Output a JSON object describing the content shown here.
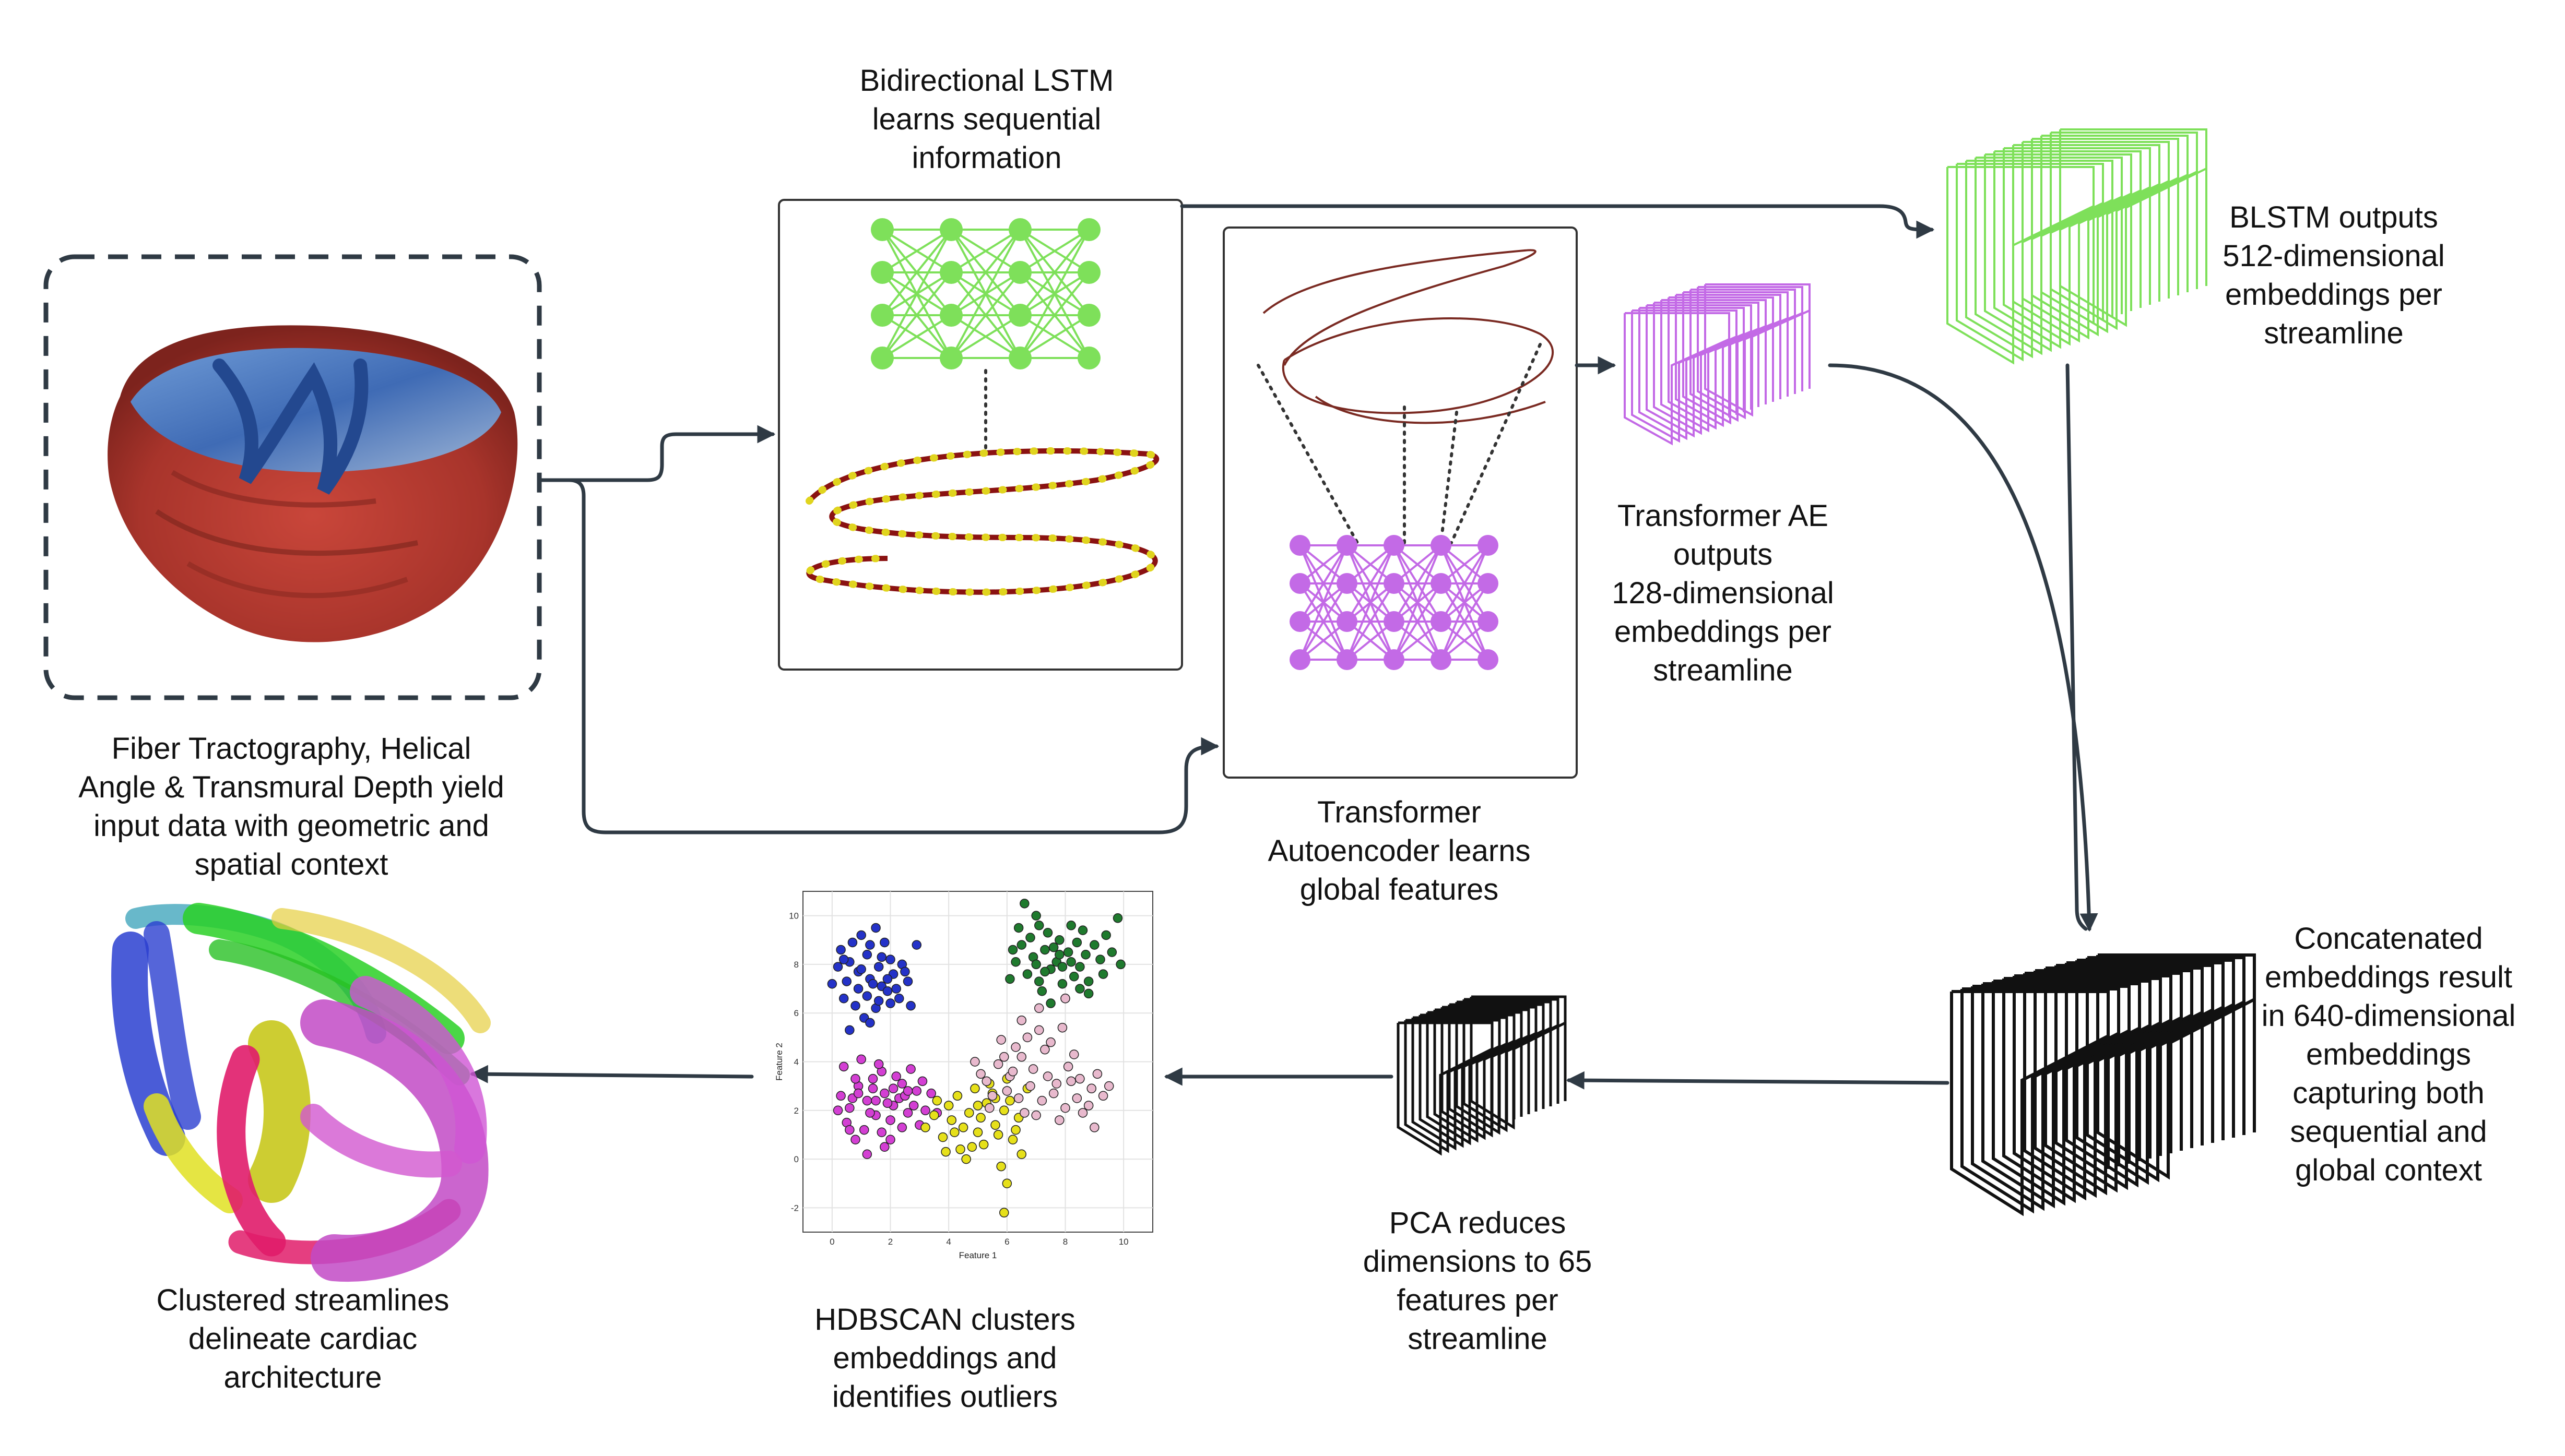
{
  "labels": {
    "input": "Fiber Tractography,  Helical\nAngle & Transmural Depth yield\ninput data with geometric and\nspatial context",
    "blstm": "Bidirectional LSTM\nlearns sequential\ninformation",
    "transformer": "Transformer\nAutoencoder learns\nglobal features",
    "transformer_out": "Transformer AE\noutputs\n128-dimensional\nembeddings per\nstreamline",
    "blstm_out": "BLSTM outputs\n512-dimensional\nembeddings per\nstreamline",
    "concat": "Concatenated\nembeddings result\nin 640-dimensional\nembeddings\ncapturing both\nsequential and\nglobal context",
    "pca": "PCA reduces\ndimensions to 65\nfeatures per\nstreamline",
    "hdbscan": "HDBSCAN clusters\nembeddings and\nidentifies outliers",
    "clustered": "Clustered streamlines\ndelineate cardiac\narchitecture"
  },
  "colors": {
    "lstm_green": "#7ee05a",
    "transformer_purple": "#c36ae6",
    "concat_black": "#111111",
    "arrow": "#2f3a44",
    "heart_red": "#b8372f",
    "heart_blue": "#4a78c0"
  },
  "chart_data": {
    "type": "scatter",
    "xlabel": "Feature 1",
    "ylabel": "Feature 2",
    "xlim": [
      -1,
      11
    ],
    "ylim": [
      -3,
      11
    ],
    "xticks": [
      0,
      2,
      4,
      6,
      8,
      10
    ],
    "yticks": [
      -2,
      0,
      2,
      4,
      6,
      8,
      10
    ],
    "grid": true,
    "series": [
      {
        "color": "#2432c8",
        "values": [
          [
            0.3,
            8.6
          ],
          [
            0.6,
            8.1
          ],
          [
            0.9,
            7.7
          ],
          [
            1.2,
            8.4
          ],
          [
            1.6,
            7.9
          ],
          [
            2.0,
            8.2
          ],
          [
            0.5,
            7.3
          ],
          [
            0.9,
            7.0
          ],
          [
            1.3,
            7.4
          ],
          [
            1.7,
            7.1
          ],
          [
            2.1,
            7.6
          ],
          [
            2.4,
            8.0
          ],
          [
            0.4,
            6.6
          ],
          [
            0.8,
            6.3
          ],
          [
            1.2,
            6.7
          ],
          [
            1.5,
            6.2
          ],
          [
            1.9,
            6.9
          ],
          [
            2.3,
            6.6
          ],
          [
            2.6,
            7.3
          ],
          [
            2.9,
            8.8
          ],
          [
            1.0,
            9.2
          ],
          [
            1.5,
            9.5
          ],
          [
            0.2,
            7.9
          ],
          [
            1.8,
            8.9
          ],
          [
            1.1,
            5.8
          ],
          [
            1.6,
            6.5
          ],
          [
            2.7,
            6.3
          ],
          [
            0.7,
            8.9
          ],
          [
            1.4,
            7.2
          ],
          [
            2.2,
            7.0
          ],
          [
            0.0,
            7.2
          ],
          [
            1.9,
            7.4
          ],
          [
            0.6,
            5.3
          ],
          [
            1.3,
            5.6
          ],
          [
            2.5,
            7.7
          ],
          [
            1.0,
            7.8
          ],
          [
            1.7,
            8.3
          ],
          [
            0.4,
            8.2
          ],
          [
            2.0,
            6.4
          ],
          [
            1.3,
            8.8
          ]
        ]
      },
      {
        "color": "#1f7a2e",
        "values": [
          [
            6.5,
            8.8
          ],
          [
            6.9,
            8.3
          ],
          [
            7.3,
            8.6
          ],
          [
            7.7,
            8.1
          ],
          [
            8.1,
            8.5
          ],
          [
            8.5,
            7.9
          ],
          [
            6.7,
            7.6
          ],
          [
            7.1,
            7.3
          ],
          [
            7.5,
            7.8
          ],
          [
            7.9,
            7.2
          ],
          [
            8.3,
            7.5
          ],
          [
            8.7,
            8.4
          ],
          [
            6.6,
            10.5
          ],
          [
            7.0,
            10.0
          ],
          [
            7.4,
            9.3
          ],
          [
            7.8,
            9.0
          ],
          [
            8.2,
            9.6
          ],
          [
            9.0,
            8.8
          ],
          [
            9.4,
            9.2
          ],
          [
            9.8,
            9.9
          ],
          [
            6.3,
            8.1
          ],
          [
            6.1,
            7.4
          ],
          [
            7.2,
            6.9
          ],
          [
            8.0,
            6.6
          ],
          [
            8.8,
            7.3
          ],
          [
            9.2,
            8.2
          ],
          [
            7.6,
            8.7
          ],
          [
            8.4,
            8.9
          ],
          [
            6.8,
            9.1
          ],
          [
            7.9,
            7.9
          ],
          [
            8.6,
            9.4
          ],
          [
            9.6,
            8.5
          ],
          [
            7.3,
            7.7
          ],
          [
            8.2,
            8.1
          ],
          [
            6.4,
            9.5
          ],
          [
            7.0,
            8.0
          ],
          [
            8.8,
            6.8
          ],
          [
            7.5,
            6.4
          ],
          [
            9.9,
            8.0
          ],
          [
            7.1,
            9.6
          ],
          [
            7.8,
            8.4
          ],
          [
            8.5,
            7.0
          ],
          [
            6.2,
            8.6
          ],
          [
            9.3,
            7.6
          ]
        ]
      },
      {
        "color": "#d33fd3",
        "values": [
          [
            0.3,
            2.6
          ],
          [
            0.6,
            2.1
          ],
          [
            0.9,
            3.0
          ],
          [
            1.2,
            2.4
          ],
          [
            1.5,
            1.8
          ],
          [
            1.8,
            2.7
          ],
          [
            2.1,
            2.2
          ],
          [
            2.4,
            3.1
          ],
          [
            0.5,
            1.5
          ],
          [
            0.8,
            3.3
          ],
          [
            1.1,
            1.2
          ],
          [
            1.4,
            2.9
          ],
          [
            1.7,
            3.6
          ],
          [
            2.0,
            1.6
          ],
          [
            2.3,
            2.5
          ],
          [
            2.6,
            1.9
          ],
          [
            2.9,
            2.8
          ],
          [
            3.2,
            2.0
          ],
          [
            0.4,
            3.8
          ],
          [
            1.0,
            4.1
          ],
          [
            1.6,
            3.9
          ],
          [
            2.2,
            3.4
          ],
          [
            2.7,
            3.7
          ],
          [
            0.7,
            2.5
          ],
          [
            1.3,
            1.9
          ],
          [
            1.9,
            2.3
          ],
          [
            2.5,
            2.6
          ],
          [
            3.0,
            1.4
          ],
          [
            1.2,
            0.2
          ],
          [
            2.0,
            0.8
          ],
          [
            0.2,
            2.0
          ],
          [
            1.7,
            1.1
          ],
          [
            2.8,
            2.2
          ],
          [
            3.4,
            2.7
          ],
          [
            0.9,
            2.7
          ],
          [
            1.5,
            2.4
          ],
          [
            2.1,
            2.9
          ],
          [
            2.4,
            1.3
          ],
          [
            3.1,
            3.2
          ],
          [
            1.8,
            0.5
          ],
          [
            0.6,
            1.2
          ],
          [
            2.6,
            2.8
          ],
          [
            3.6,
            1.9
          ],
          [
            1.4,
            3.3
          ],
          [
            0.8,
            0.8
          ]
        ]
      },
      {
        "color": "#e6e01a",
        "values": [
          [
            3.8,
            0.9
          ],
          [
            4.1,
            1.6
          ],
          [
            4.4,
            0.4
          ],
          [
            4.7,
            1.9
          ],
          [
            5.0,
            1.1
          ],
          [
            5.3,
            2.3
          ],
          [
            5.6,
            1.4
          ],
          [
            5.9,
            2.0
          ],
          [
            6.2,
            0.8
          ],
          [
            4.3,
            2.6
          ],
          [
            4.9,
            2.9
          ],
          [
            5.5,
            2.7
          ],
          [
            6.1,
            2.4
          ],
          [
            3.5,
            1.8
          ],
          [
            4.6,
            0.0
          ],
          [
            5.2,
            0.6
          ],
          [
            5.8,
            -0.3
          ],
          [
            6.0,
            -1.0
          ],
          [
            6.4,
            1.7
          ],
          [
            6.7,
            2.9
          ],
          [
            3.2,
            1.3
          ],
          [
            4.0,
            2.2
          ],
          [
            5.4,
            3.1
          ],
          [
            5.7,
            1.0
          ],
          [
            4.5,
            1.3
          ],
          [
            5.1,
            1.7
          ],
          [
            6.3,
            1.2
          ],
          [
            3.9,
            0.3
          ],
          [
            5.0,
            2.2
          ],
          [
            6.0,
            3.3
          ],
          [
            4.8,
            0.5
          ],
          [
            5.9,
            -2.2
          ],
          [
            4.2,
            1.1
          ],
          [
            5.6,
            2.5
          ],
          [
            6.5,
            0.2
          ],
          [
            3.6,
            2.4
          ]
        ]
      },
      {
        "color": "#e8b9cd",
        "values": [
          [
            5.3,
            3.2
          ],
          [
            5.7,
            3.9
          ],
          [
            6.1,
            3.4
          ],
          [
            6.5,
            4.2
          ],
          [
            6.9,
            3.7
          ],
          [
            7.3,
            4.5
          ],
          [
            7.7,
            3.1
          ],
          [
            8.1,
            3.8
          ],
          [
            8.5,
            3.3
          ],
          [
            8.9,
            2.9
          ],
          [
            5.5,
            2.6
          ],
          [
            6.0,
            2.8
          ],
          [
            6.4,
            2.5
          ],
          [
            6.8,
            3.0
          ],
          [
            7.2,
            2.4
          ],
          [
            7.6,
            2.7
          ],
          [
            8.0,
            2.1
          ],
          [
            8.4,
            2.5
          ],
          [
            8.8,
            2.2
          ],
          [
            9.1,
            3.5
          ],
          [
            5.8,
            4.9
          ],
          [
            6.3,
            4.6
          ],
          [
            6.7,
            5.0
          ],
          [
            7.1,
            5.3
          ],
          [
            7.5,
            4.8
          ],
          [
            7.9,
            5.4
          ],
          [
            8.3,
            4.3
          ],
          [
            4.9,
            4.0
          ],
          [
            5.1,
            3.5
          ],
          [
            7.0,
            1.8
          ],
          [
            7.8,
            1.6
          ],
          [
            8.6,
            1.9
          ],
          [
            9.3,
            2.6
          ],
          [
            6.6,
            1.9
          ],
          [
            9.5,
            3.0
          ],
          [
            5.9,
            4.2
          ],
          [
            7.4,
            3.4
          ],
          [
            8.2,
            3.2
          ],
          [
            6.2,
            3.6
          ],
          [
            9.0,
            1.3
          ],
          [
            7.1,
            6.2
          ],
          [
            8.0,
            6.6
          ],
          [
            6.5,
            5.7
          ],
          [
            5.4,
            2.1
          ]
        ]
      }
    ]
  }
}
